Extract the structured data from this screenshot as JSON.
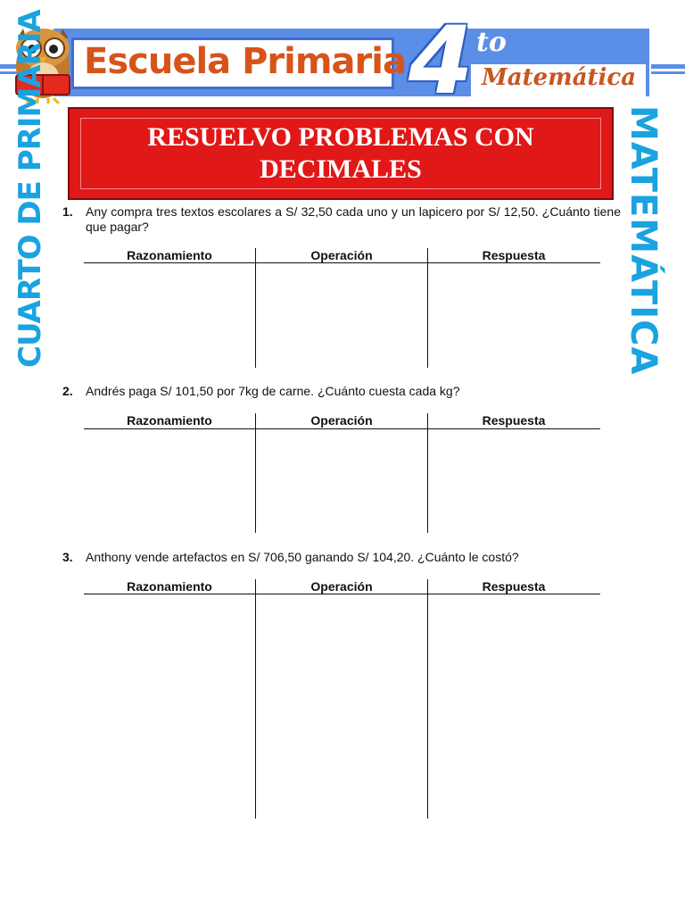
{
  "header": {
    "school_name": "Escuela Primaria",
    "grade_number": "4",
    "grade_suffix": "to",
    "subject": "Matemática"
  },
  "side_labels": {
    "left": "CUARTO DE PRIMARIA",
    "right": "MATEMÁTICA"
  },
  "title": {
    "line1": "RESUELVO PROBLEMAS CON",
    "line2": "DECIMALES"
  },
  "table_headers": {
    "col1": "Razonamiento",
    "col2": "Operación",
    "col3": "Respuesta"
  },
  "problems": [
    {
      "number": "1.",
      "text": "Any compra tres textos escolares a S/ 32,50 cada uno y un lapicero por S/ 12,50. ¿Cuánto tiene que pagar?"
    },
    {
      "number": "2.",
      "text": "Andrés paga S/ 101,50 por 7kg de carne. ¿Cuánto cuesta cada kg?"
    },
    {
      "number": "3.",
      "text": "Anthony vende artefactos en S/ 706,50 ganando S/ 104,20. ¿Cuánto le costó?"
    }
  ],
  "colors": {
    "banner_blue": "#5b8ee6",
    "school_orange": "#d6541b",
    "side_cyan": "#1aa3e0",
    "title_red": "#e01818"
  }
}
